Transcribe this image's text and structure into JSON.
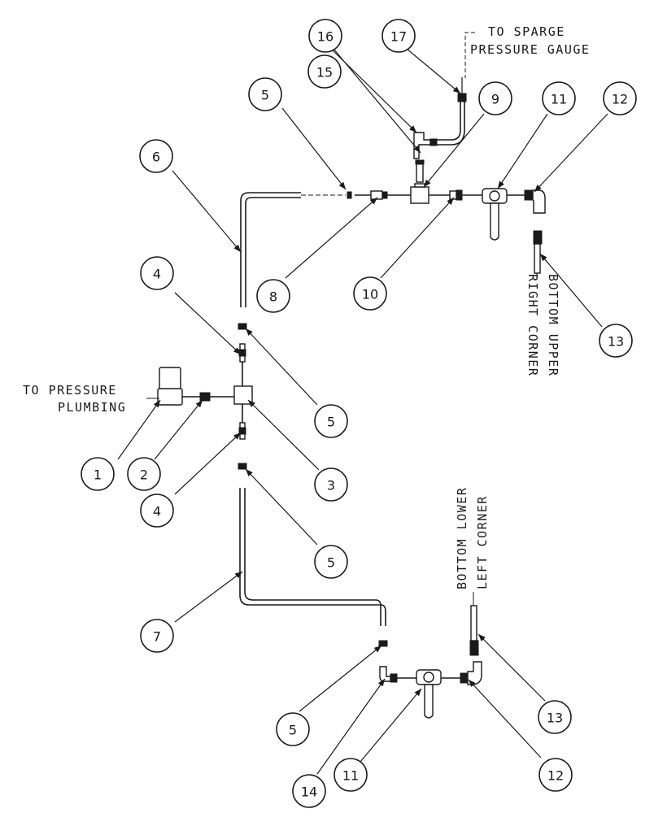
{
  "notes": {
    "pressure_line1": "TO PRESSURE",
    "pressure_line2": "PLUMBING",
    "sparge_line1": "TO SPARGE",
    "sparge_line2": "PRESSURE GAUGE",
    "upper_right_line1": "BOTTOM UPPER",
    "upper_right_line2": "RIGHT CORNER",
    "lower_left_line1": "BOTTOM LOWER",
    "lower_left_line2": "LEFT CORNER"
  },
  "callouts": [
    "1",
    "2",
    "3",
    "4",
    "4",
    "5",
    "5",
    "5",
    "5",
    "6",
    "7",
    "8",
    "9",
    "10",
    "11",
    "11",
    "12",
    "12",
    "13",
    "13",
    "14",
    "15",
    "16",
    "17"
  ]
}
